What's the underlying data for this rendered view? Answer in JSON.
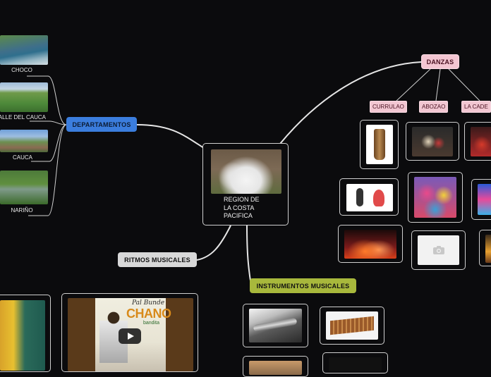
{
  "center": {
    "title_lines": [
      "REGION DE",
      "LA COSTA",
      "PACIFICA"
    ]
  },
  "branches": {
    "departamentos": "DEPARTAMENTOS",
    "danzas": "DANZAS",
    "ritmos": "RITMOS MUSICALES",
    "instrumentos": "INSTRUMENTOS MUSICALES"
  },
  "departamentos": [
    "CHOCO",
    "VALLE DEL CAUCA",
    "CAUCA",
    "NARIÑO"
  ],
  "danzas": [
    "CURRULAO",
    "ABOZAO",
    "LA CADE"
  ],
  "ritmos_video": {
    "poster_text_1": "Pal Bunde",
    "poster_text_2": "CHANO",
    "poster_text_3": "bandita"
  },
  "icons": {
    "play": "play-icon",
    "camera": "camera-icon"
  },
  "colors": {
    "background": "#0b0b0d",
    "departamentos": "#3b7ddd",
    "danzas": "#f4c6d2",
    "ritmos": "#d8d8d8",
    "instrumentos": "#a8b83c"
  }
}
